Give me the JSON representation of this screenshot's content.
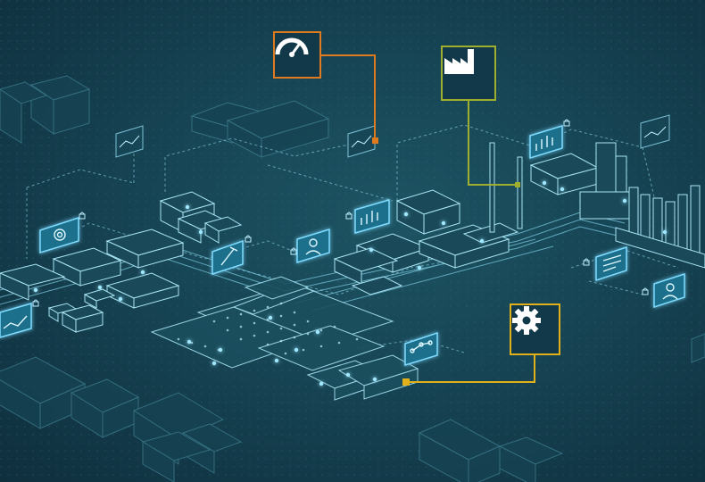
{
  "callouts": [
    {
      "id": "speedometer",
      "icon": "speedometer-icon",
      "color": "#e07a1f"
    },
    {
      "id": "factory",
      "icon": "factory-icon",
      "color": "#9fae2c"
    },
    {
      "id": "settings",
      "icon": "gear-icon",
      "color": "#e2b11a"
    }
  ],
  "screen_icons": [
    "network-icon",
    "target-icon",
    "graph-icon",
    "chart-icon",
    "pie-chart-icon",
    "wrench-icon",
    "document-icon",
    "user-icon",
    "padlock-icon"
  ],
  "colors": {
    "background": "#174656",
    "wireframe": "#8fd8ee",
    "glow": "#5fd0ff",
    "orange": "#e07a1f",
    "olive": "#9fae2c",
    "yellow": "#e2b11a"
  }
}
